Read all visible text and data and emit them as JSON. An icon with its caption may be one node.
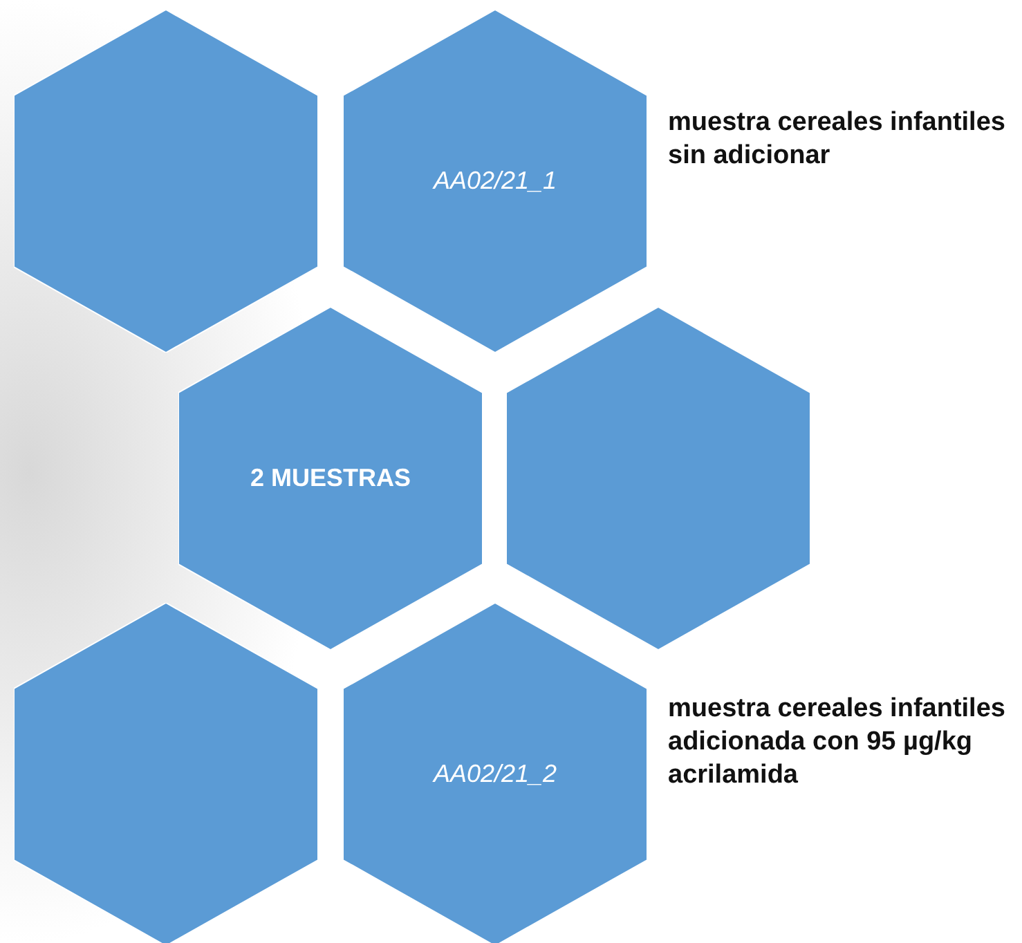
{
  "diagram": {
    "nodes": [
      {
        "text": [],
        "shape": "hexagon"
      },
      {
        "text": [
          "AA02/21_1"
        ],
        "beside": [
          "muestra cereales infantiles sin adicionar"
        ]
      },
      {
        "text": [
          "2 MUESTRAS"
        ]
      },
      {
        "text": [],
        "shape": "hexagon"
      },
      {
        "text": [],
        "shape": "hexagon"
      },
      {
        "text": [
          "AA02/21_2"
        ],
        "beside": [
          "muestra cereales infantiles adicionada con 95 µg/kg acrilamida"
        ]
      }
    ]
  }
}
